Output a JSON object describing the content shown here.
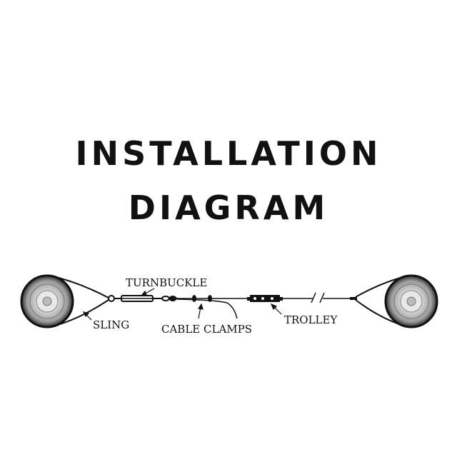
{
  "title": {
    "line1": "INSTALLATION",
    "line2": "DIAGRAM"
  },
  "labels": {
    "turnbuckle": "TURNBUCKLE",
    "sling": "SLING",
    "cable_clamps": "CABLE CLAMPS",
    "trolley": "TROLLEY"
  },
  "colors": {
    "ink": "#111111",
    "background": "#ffffff"
  }
}
